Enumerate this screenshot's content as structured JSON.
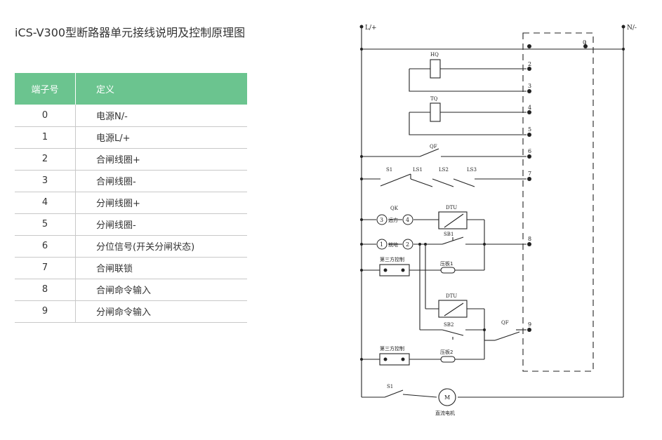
{
  "title": "iCS-V300型断路器单元接线说明及控制原理图",
  "table": {
    "headers": [
      "端子号",
      "定义"
    ],
    "rows": [
      {
        "terminal": "0",
        "definition": "电源N/-"
      },
      {
        "terminal": "1",
        "definition": "电源L/+"
      },
      {
        "terminal": "2",
        "definition": "合闸线圈+"
      },
      {
        "terminal": "3",
        "definition": "合闸线圈-"
      },
      {
        "terminal": "4",
        "definition": "分闸线圈+"
      },
      {
        "terminal": "5",
        "definition": "分闸线圈-"
      },
      {
        "terminal": "6",
        "definition": "分位信号(开关分闸状态)"
      },
      {
        "terminal": "7",
        "definition": "合闸联锁"
      },
      {
        "terminal": "8",
        "definition": "合闸命令输入"
      },
      {
        "terminal": "9",
        "definition": "分闸命令输入"
      }
    ]
  },
  "diagram": {
    "supply_positive": "L/+",
    "supply_negative": "N/-",
    "terminal_numbers": [
      "0",
      "2",
      "3",
      "4",
      "5",
      "6",
      "7",
      "8",
      "9"
    ],
    "closing_coil": "HQ",
    "trip_coil": "TQ",
    "breaker_aux": "QF",
    "limit_switches": [
      "S1",
      "LS1",
      "LS2",
      "LS3"
    ],
    "selector": {
      "label": "QK",
      "remote": "远方",
      "local": "就地",
      "contacts": [
        "1",
        "2",
        "3",
        "4"
      ]
    },
    "dtu_label": "DTU",
    "close_button": "SB1",
    "open_button": "SB2",
    "third_party_control": "第三方控制",
    "plate_1": "压板1",
    "plate_2": "压板2",
    "motor_symbol": "M",
    "motor_label": "直流电机",
    "motor_switch": "S1"
  },
  "colors": {
    "header_bg": "#6bc48f",
    "header_text": "#ffffff",
    "row_border": "#c8c8c8",
    "line": "#222222"
  }
}
